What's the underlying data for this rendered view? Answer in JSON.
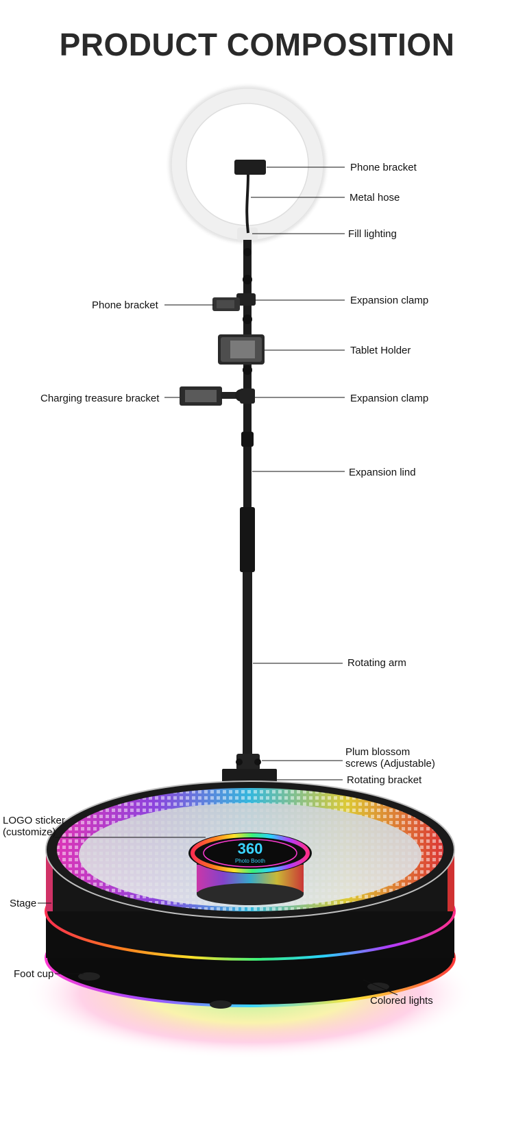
{
  "page": {
    "title": "PRODUCT COMPOSITION"
  },
  "product": {
    "logo_big": "360",
    "logo_small": "Photo Booth"
  },
  "labels": {
    "phone_bracket_top": "Phone bracket",
    "metal_hose": "Metal hose",
    "fill_lighting": "Fill lighting",
    "expansion_clamp_1": "Expansion clamp",
    "phone_bracket_side": "Phone bracket",
    "tablet_holder": "Tablet Holder",
    "expansion_clamp_2": "Expansion clamp",
    "charging_treasure_bracket": "Charging treasure bracket",
    "expansion_lind": "Expansion lind",
    "rotating_arm": "Rotating arm",
    "plum_blossom_line1": "Plum blossom",
    "plum_blossom_line2": "screws (Adjustable)",
    "rotating_bracket": "Rotating bracket",
    "logo_sticker_line1": "LOGO sticker",
    "logo_sticker_line2": "(customize)",
    "stage": "Stage",
    "foot_cup": "Foot cup",
    "colored_lights": "Colored lights"
  },
  "colors": {
    "title": "#2a2a2a",
    "pole": "#1c1c1c",
    "ring_light": "#f2f2f2",
    "leader_line": "#111111"
  }
}
